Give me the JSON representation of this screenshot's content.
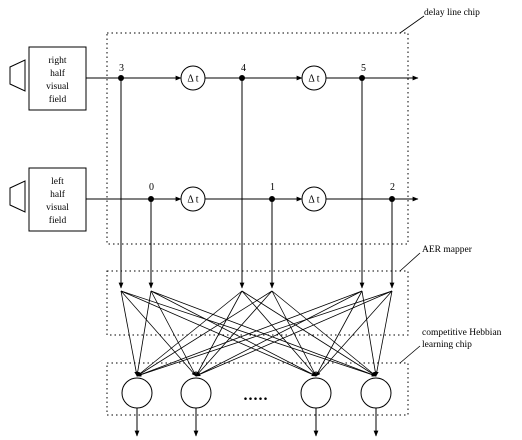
{
  "labels": {
    "delay_line_chip": "delay line chip",
    "aer_mapper": "AER mapper",
    "hebbian_line1": "competitive Hebbian",
    "hebbian_line2": "learning chip",
    "right_field": [
      "right",
      "half",
      "visual",
      "field"
    ],
    "left_field": [
      "left",
      "half",
      "visual",
      "field"
    ],
    "delay_symbol": "Δ t",
    "ellipsis": "....."
  },
  "taps": {
    "right": [
      "3",
      "4",
      "5"
    ],
    "left": [
      "0",
      "1",
      "2"
    ]
  }
}
